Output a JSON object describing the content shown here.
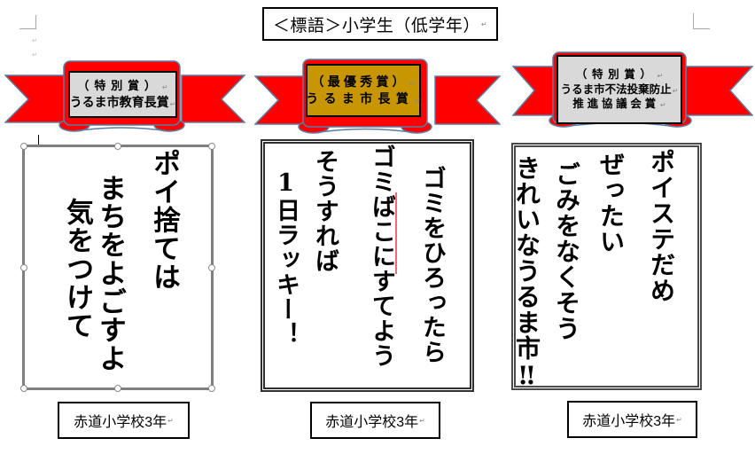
{
  "editor": {
    "return_mark": "↵"
  },
  "title_box": {
    "text": "＜標語＞小学生（低学年）"
  },
  "ribbons": [
    {
      "award_lines": [
        "（特別賞）",
        "うるま市教育長賞"
      ]
    },
    {
      "award_lines": [
        "（最優秀賞）",
        "うるま市長賞"
      ]
    },
    {
      "award_lines": [
        "（特別賞）",
        "うるま市不法投棄防止",
        "推進協議会賞"
      ]
    }
  ],
  "cards": [
    {
      "columns": [
        "ポイ捨ては",
        "まちをよごすよ",
        "気をつけて"
      ],
      "author": "赤道小学校3年"
    },
    {
      "columns": [
        "ゴミをひろったら",
        "ゴミばこにすてよう",
        "そうすれば",
        "1日ラッキー！"
      ],
      "author": "赤道小学校3年"
    },
    {
      "columns": [
        "ポイステだめ",
        "ぜったい",
        "ごみをなくそう",
        "きれいなうるま市‼"
      ],
      "author": "赤道小学校3年"
    }
  ],
  "colors": {
    "ribbon_red": "#fe0000",
    "ribbon_outline": "#5c7da0",
    "gold_box": "#c79600",
    "gray_box": "#d9d9d9",
    "spellcheck_red": "#e87070",
    "border_black": "#000000"
  }
}
